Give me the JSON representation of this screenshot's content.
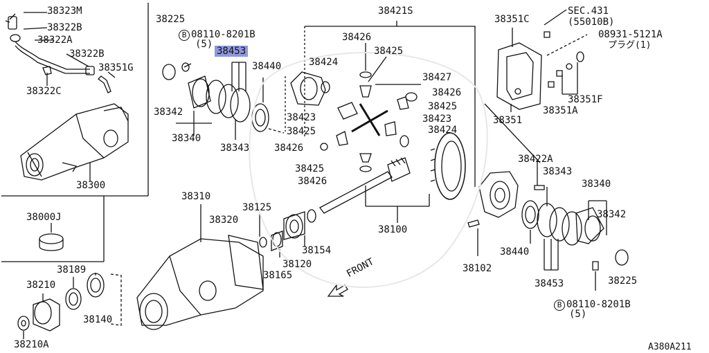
{
  "labels": {
    "p38323M": "38323M",
    "p38322B_a": "38322B",
    "p38322A": "38322A",
    "p38322B_b": "38322B",
    "p38351G": "38351G",
    "p38322C": "38322C",
    "p38300": "38300",
    "p38000J": "38000J",
    "p38225_a": "38225",
    "bolt_b_a": "08110-8201B",
    "qty5_a": "(5)",
    "p38453_hl": "38453",
    "p38440_a": "38440",
    "p38342_a": "38342",
    "p38340_a": "38340",
    "p38343_a": "38343",
    "p38421S": "38421S",
    "p38426_a": "38426",
    "p38425_a": "38425",
    "p38424_a": "38424",
    "p38427": "38427",
    "p38426_b": "38426",
    "p38423_a": "38423",
    "p38425_b": "38425",
    "p38425_c": "38425",
    "p38423_b": "38423",
    "p38424_b": "38424",
    "p38426_c": "38426",
    "p38425_d": "38425",
    "p38426_d": "38426",
    "p38351C": "38351C",
    "sec431": "SEC.431",
    "sec431_sub": "(55010B)",
    "plug_code": "08931-5121A",
    "plug_text": "プラグ(1)",
    "p38351F": "38351F",
    "p38351A": "38351A",
    "p38351": "38351",
    "p38422A": "38422A",
    "p38343_b": "38343",
    "p38340_b": "38340",
    "p38342_b": "38342",
    "p38310": "38310",
    "p38125": "38125",
    "p38320": "38320",
    "p38100": "38100",
    "p38154": "38154",
    "p38120": "38120",
    "p38165": "38165",
    "p38440_b": "38440",
    "p38102": "38102",
    "p38453_b": "38453",
    "p38225_b": "38225",
    "bolt_b_b": "08110-8201B",
    "qty5_b": "(5)",
    "p38189": "38189",
    "p38210": "38210",
    "p38140": "38140",
    "p38210A": "38210A",
    "front": "FRONT",
    "circle_b": "B",
    "diagram_id": "A380A211"
  },
  "colors": {
    "line": "#111111",
    "highlight": "#8d98dd",
    "background": "#ffffff"
  }
}
